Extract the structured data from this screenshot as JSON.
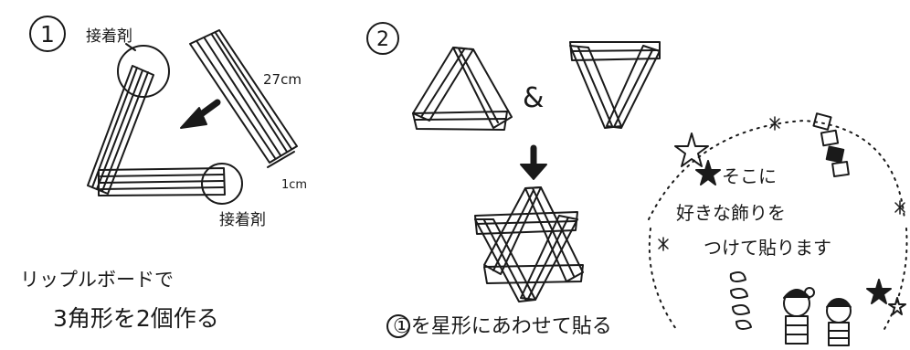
{
  "diagram": {
    "ink_color": "#1a1a1a",
    "step1": {
      "number": "1",
      "glue_label_top": "接着剤",
      "glue_label_bottom": "接着剤",
      "length_label": "27cm",
      "width_label": "1cm",
      "caption_line1": "リップルボードで",
      "caption_line2": "3角形を2個作る"
    },
    "step2": {
      "number": "2",
      "ampersand": "&",
      "caption": "①を星形にあわせて貼る"
    },
    "decoration": {
      "line1": "そこに",
      "line2": "好きな飾りを",
      "line3": "つけて貼ります"
    },
    "icons": [
      "arrow-icon",
      "star-icon",
      "asterisk-icon",
      "doll-icon",
      "spiral-icon",
      "pennant-icon"
    ]
  }
}
